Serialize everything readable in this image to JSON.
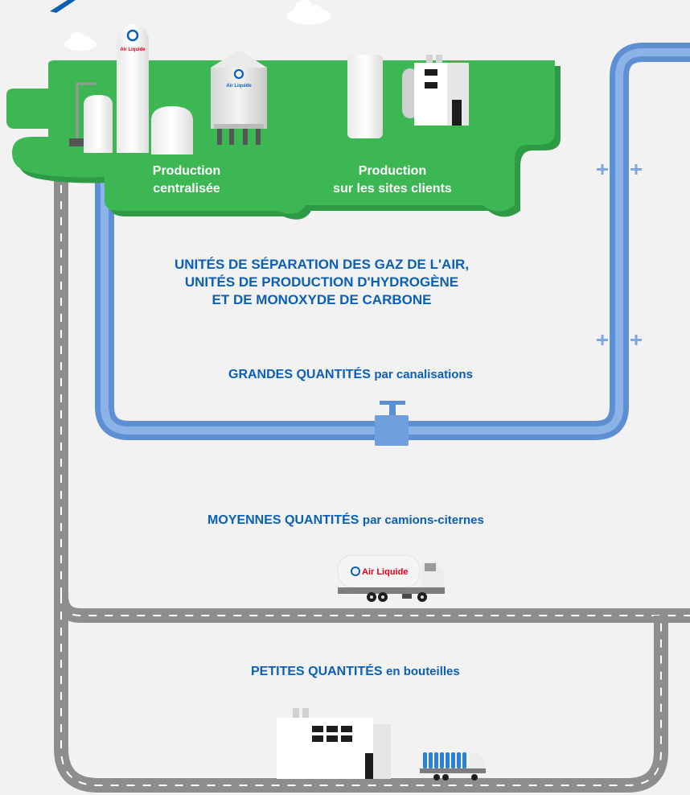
{
  "brand": {
    "name": "Air Liquide",
    "primary_color": "#0b5fb4",
    "accent_red": "#e2001a",
    "green": "#3cb050",
    "pipe_color": "#6f9fdc",
    "road_color": "#8c8c8c"
  },
  "islands": {
    "centralized": {
      "line1": "Production",
      "line2": "centralisée"
    },
    "onsite": {
      "line1": "Production",
      "line2": "sur les sites clients"
    }
  },
  "heading": {
    "line1": "UNITÉS DE SÉPARATION DES GAZ DE L'AIR,",
    "line2": "UNITÉS DE PRODUCTION D'HYDROGÈNE",
    "line3": "ET DE MONOXYDE DE CARBONE"
  },
  "quantities": {
    "large": {
      "bold": "GRANDES QUANTITÉS",
      "rest": "par canalisations"
    },
    "medium": {
      "bold": "MOYENNES QUANTITÉS",
      "rest": "par camions-citernes"
    },
    "small": {
      "bold": "PETITES QUANTITÉS",
      "rest": "en bouteilles"
    }
  },
  "truck": {
    "logo_text": "Air Liquide"
  },
  "tower": {
    "logo_text": "Air Liquide"
  },
  "silo": {
    "logo_text": "Air Liquide"
  },
  "icons": [
    "cloud-icon",
    "air-liquide-logo-icon",
    "valve-icon",
    "pipe-joint-icon",
    "tanker-truck-icon",
    "cylinder-truck-icon",
    "factory-icon"
  ]
}
